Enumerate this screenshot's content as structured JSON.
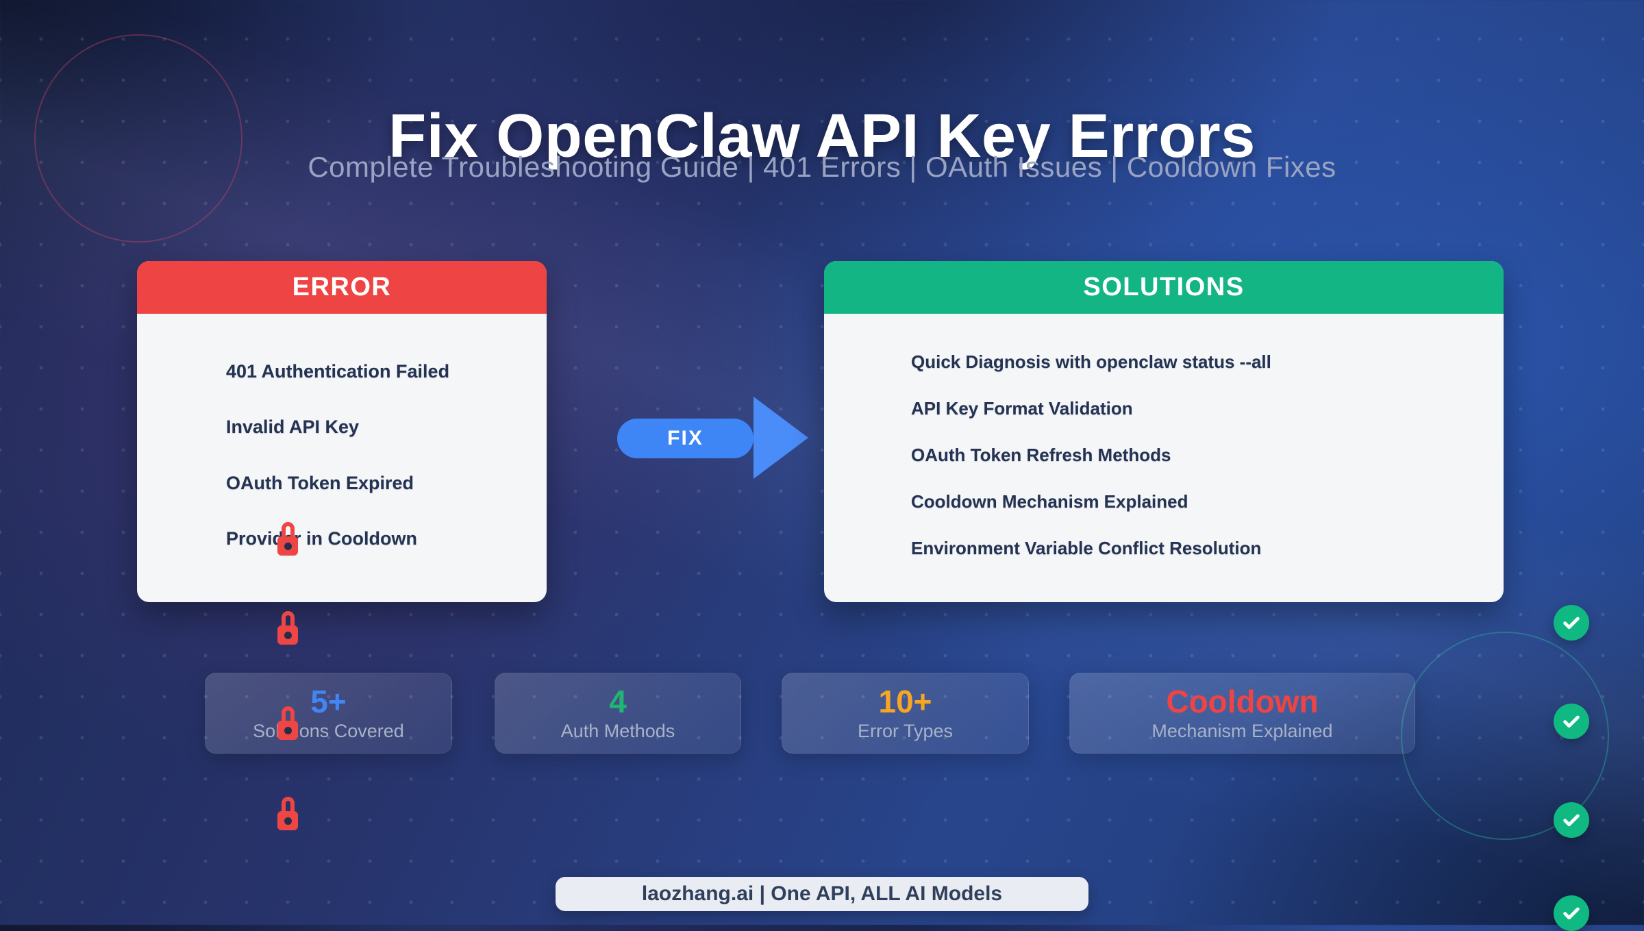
{
  "header": {
    "title": "Fix OpenClaw API Key Errors",
    "subtitle": "Complete Troubleshooting Guide | 401 Errors | OAuth Issues | Cooldown Fixes"
  },
  "error_card": {
    "title": "ERROR",
    "items": [
      "401 Authentication Failed",
      "Invalid API Key",
      "OAuth Token Expired",
      "Provider in Cooldown"
    ]
  },
  "fix_arrow": {
    "label": "FIX"
  },
  "solutions_card": {
    "title": "SOLUTIONS",
    "items": [
      "Quick Diagnosis with openclaw status --all",
      "API Key Format Validation",
      "OAuth Token Refresh Methods",
      "Cooldown Mechanism Explained",
      "Environment Variable Conflict Resolution"
    ]
  },
  "stats": [
    {
      "value": "5+",
      "label": "Solutions Covered",
      "color": "#4285f4"
    },
    {
      "value": "4",
      "label": "Auth Methods",
      "color": "#21b573"
    },
    {
      "value": "10+",
      "label": "Error Types",
      "color": "#f6a623"
    },
    {
      "value": "Cooldown",
      "label": "Mechanism Explained",
      "color": "#ef4444"
    }
  ],
  "footer": {
    "brand": "laozhang.ai | One API, ALL AI Models"
  },
  "colors": {
    "error_header": "#ef4444",
    "solutions_header": "#12b583",
    "fix_button": "#3e85f6",
    "arrow_blue": "#4a8cf8",
    "check_green": "#10b981",
    "lock_red": "#ee4545"
  },
  "icons": {
    "lock": "lock-icon",
    "check": "check-circle-icon"
  }
}
